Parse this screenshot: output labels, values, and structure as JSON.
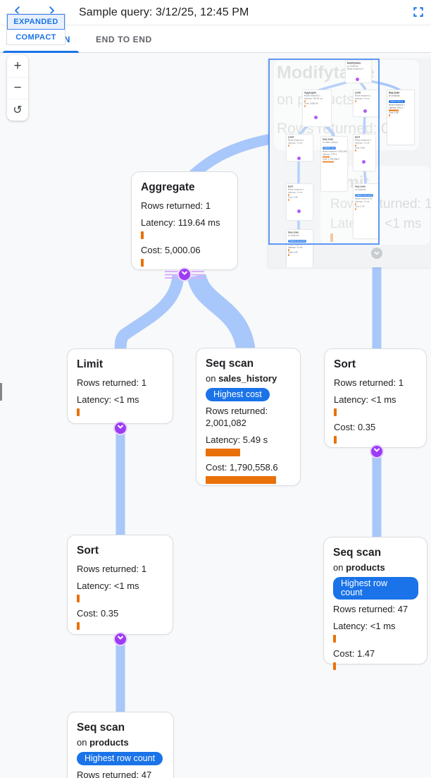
{
  "header": {
    "title": "Sample query: 3/12/25, 12:45 PM",
    "back_icon": "chevron-left",
    "forward_icon": "chevron-right",
    "fullscreen_icon": "fullscreen"
  },
  "tabs": [
    {
      "label": "QUERY PLAN",
      "active": true
    },
    {
      "label": "END TO END",
      "active": false
    }
  ],
  "view_toggle": {
    "expanded_label": "EXPANDED",
    "compact_label": "COMPACT"
  },
  "zoom_controls": {
    "zoom_in": "+",
    "zoom_out": "−",
    "reset": "↺"
  },
  "colors": {
    "accent_blue": "#1a73e8",
    "tab_blue": "#1967d2",
    "edge_blue": "#a8c7fa",
    "bar_orange": "#e8710a",
    "chevron_purple": "#9d3bf5",
    "viewport_blue": "#5e97f6",
    "canvas_bg": "#f8f9fa"
  },
  "nodes": {
    "aggregate": {
      "title": "Aggregate",
      "rows": "Rows returned: 1",
      "latency": "Latency: 119.64 ms",
      "cost": "Cost: 5,000.06"
    },
    "limit": {
      "title": "Limit",
      "rows": "Rows returned: 1",
      "latency": "Latency: <1 ms"
    },
    "seq_sales": {
      "title": "Seq scan",
      "on_prefix": "on ",
      "table": "sales_history",
      "badge": "Highest cost",
      "rows": "Rows returned: 2,001,082",
      "latency": "Latency: 5.49 s",
      "cost": "Cost: 1,790,558.6"
    },
    "sort_right": {
      "title": "Sort",
      "rows": "Rows returned: 1",
      "latency": "Latency: <1 ms",
      "cost": "Cost: 0.35"
    },
    "seq_products_right": {
      "title": "Seq scan",
      "on_prefix": "on ",
      "table": "products",
      "badge": "Highest row count",
      "rows": "Rows returned: 47",
      "latency": "Latency: <1 ms",
      "cost": "Cost: 1.47"
    },
    "sort_left": {
      "title": "Sort",
      "rows": "Rows returned: 1",
      "latency": "Latency: <1 ms",
      "cost": "Cost: 0.35"
    },
    "seq_products_bottom": {
      "title": "Seq scan",
      "on_prefix": "on ",
      "table": "products",
      "badge": "Highest row count",
      "rows": "Rows returned: 47"
    }
  },
  "minimap": {
    "ghost": {
      "root_title": "Modifytable",
      "root_sub": "on products",
      "root_rows": "Rows returned: 0",
      "limit_title": "Limit",
      "limit_rows": "Rows returned: 1",
      "limit_latency": "Latency: <1 ms"
    },
    "nodes": [
      {
        "title": "Modifytable",
        "sub": "on products",
        "lines": [
          "Rows returned: 0"
        ],
        "barw": []
      },
      {
        "title": "Aggregate",
        "lines": [
          "Rows returned: 1",
          "Latency: 119.64 ms",
          "Cost: 5,000.06"
        ],
        "barw": [
          2,
          2
        ]
      },
      {
        "title": "Limit",
        "lines": [
          "Rows returned: 1",
          "Latency: <1 ms"
        ],
        "barw": [
          2
        ]
      },
      {
        "title": "Seq scan",
        "sub": "on products",
        "badge": "Highest latency",
        "lines": [
          "Rows returned: 1",
          "Latency: 5.61 s",
          "Cost: 1.59"
        ],
        "barw": [
          14,
          2
        ]
      },
      {
        "title": "Limit",
        "lines": [
          "Rows returned: 1",
          "Latency: <1 ms"
        ],
        "barw": [
          2
        ]
      },
      {
        "title": "Seq scan",
        "sub": "on sales_history",
        "badge": "Highest cost",
        "lines": [
          "Rows returned: 2,001,082",
          "Latency: 5.49 s",
          "Cost: 1,790,558.6"
        ],
        "barw": [
          10,
          16
        ]
      },
      {
        "title": "Sort",
        "lines": [
          "Rows returned: 1",
          "Latency: <1 ms",
          "Cost: 0.35"
        ],
        "barw": [
          2,
          2
        ]
      },
      {
        "title": "Sort",
        "lines": [
          "Rows returned: 1",
          "Latency: <1 ms",
          "Cost: 0.35"
        ],
        "barw": [
          2,
          2
        ]
      },
      {
        "title": "Seq scan",
        "sub": "on products",
        "badge": "Highest row count",
        "lines": [
          "Rows returned: 47",
          "Latency: <1 ms",
          "Cost: 1.47"
        ],
        "barw": [
          2,
          2
        ]
      },
      {
        "title": "Seq scan",
        "sub": "on products",
        "badge": "Highest row count",
        "lines": [
          "Rows returned: 47",
          "Latency: <1 ms",
          "Cost: 1.47"
        ],
        "barw": [
          2,
          2
        ]
      }
    ]
  }
}
